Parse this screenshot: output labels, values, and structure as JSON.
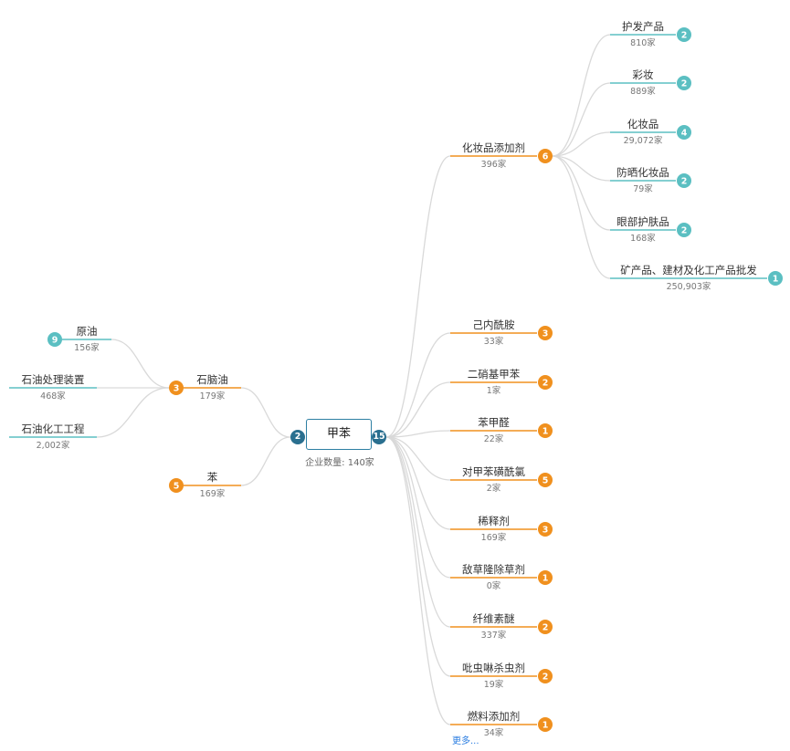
{
  "center": {
    "name": "甲苯",
    "count_label": "企业数量: 140家",
    "upstream_count": "2",
    "downstream_count": "15"
  },
  "upstream": [
    {
      "name": "石脑油",
      "count": "179家",
      "children_count": "3",
      "children": [
        {
          "name": "原油",
          "count": "156家",
          "children_count": "9"
        },
        {
          "name": "石油处理装置",
          "count": "468家"
        },
        {
          "name": "石油化工工程",
          "count": "2,002家"
        }
      ]
    },
    {
      "name": "苯",
      "count": "169家",
      "children_count": "5"
    }
  ],
  "downstream": [
    {
      "name": "化妆品添加剂",
      "count": "396家",
      "children_count": "6",
      "children": [
        {
          "name": "护发产品",
          "count": "810家",
          "children_count": "2"
        },
        {
          "name": "彩妆",
          "count": "889家",
          "children_count": "2"
        },
        {
          "name": "化妆品",
          "count": "29,072家",
          "children_count": "4"
        },
        {
          "name": "防晒化妆品",
          "count": "79家",
          "children_count": "2"
        },
        {
          "name": "眼部护肤品",
          "count": "168家",
          "children_count": "2"
        },
        {
          "name": "矿产品、建材及化工产品批发",
          "count": "250,903家",
          "children_count": "1"
        }
      ]
    },
    {
      "name": "己内酰胺",
      "count": "33家",
      "children_count": "3"
    },
    {
      "name": "二硝基甲苯",
      "count": "1家",
      "children_count": "2"
    },
    {
      "name": "苯甲醛",
      "count": "22家",
      "children_count": "1"
    },
    {
      "name": "对甲苯磺酰氯",
      "count": "2家",
      "children_count": "5"
    },
    {
      "name": "稀释剂",
      "count": "169家",
      "children_count": "3"
    },
    {
      "name": "敌草隆除草剂",
      "count": "0家",
      "children_count": "1"
    },
    {
      "name": "纤维素醚",
      "count": "337家",
      "children_count": "2"
    },
    {
      "name": "吡虫啉杀虫剂",
      "count": "19家",
      "children_count": "2"
    },
    {
      "name": "燃料添加剂",
      "count": "34家",
      "children_count": "1"
    }
  ],
  "more_label": "更多...",
  "colors": {
    "orange": "#f0901e",
    "teal": "#5bbfc2",
    "dark": "#2a6f8f",
    "link": "#d9d9d9"
  }
}
